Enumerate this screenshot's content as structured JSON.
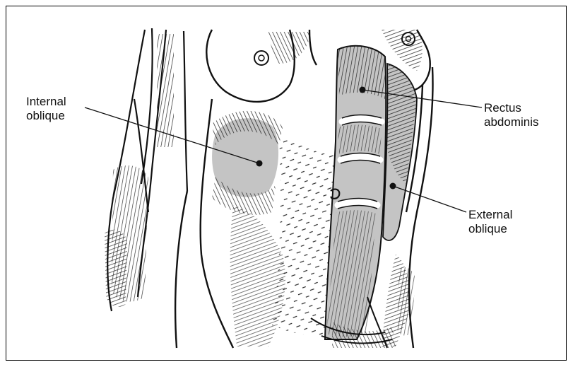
{
  "labels": {
    "internal_oblique": "Internal\noblique",
    "rectus_abdominis": "Rectus\nabdominis",
    "external_oblique": "External\noblique"
  },
  "colors": {
    "muscle_highlight": "#c4c4c4",
    "ink": "#111111",
    "background": "#ffffff"
  }
}
